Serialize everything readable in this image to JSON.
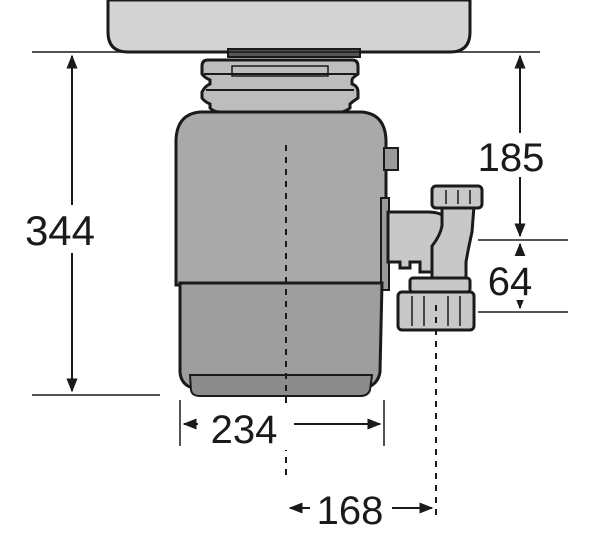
{
  "dimensions": {
    "overall_height": "344",
    "upper_height": "185",
    "outlet_offset": "64",
    "body_width": "234",
    "drain_offset": "168"
  },
  "colors": {
    "line": "#1a1a1a",
    "sink": "#d3d3d3",
    "body": "#a9a9a9",
    "body_lower": "#9e9e9e",
    "cap": "#bdbdbd",
    "rim": "#8c8c8c",
    "fitting": "#c8c8c8"
  }
}
